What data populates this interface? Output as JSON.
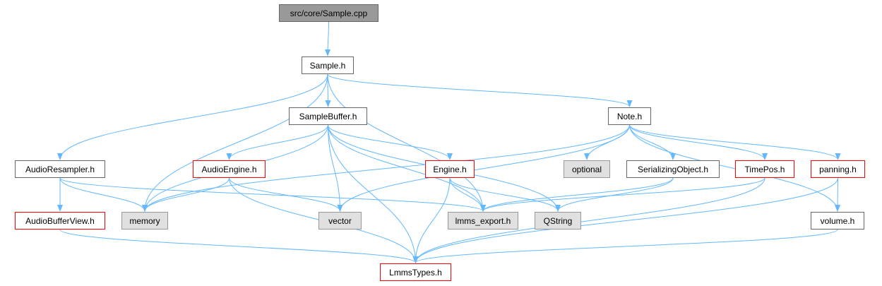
{
  "graph": {
    "edge_color": "#63b8ff",
    "nodes": [
      {
        "id": "root",
        "label": "src/core/Sample.cpp",
        "kind": "root"
      },
      {
        "id": "sample_h",
        "label": "Sample.h",
        "kind": "doc"
      },
      {
        "id": "samplebuffer_h",
        "label": "SampleBuffer.h",
        "kind": "doc"
      },
      {
        "id": "note_h",
        "label": "Note.h",
        "kind": "doc"
      },
      {
        "id": "audioresampler_h",
        "label": "AudioResampler.h",
        "kind": "doc"
      },
      {
        "id": "audioengine_h",
        "label": "AudioEngine.h",
        "kind": "truncated"
      },
      {
        "id": "engine_h",
        "label": "Engine.h",
        "kind": "truncated"
      },
      {
        "id": "optional",
        "label": "optional",
        "kind": "missing"
      },
      {
        "id": "serializingobject_h",
        "label": "SerializingObject.h",
        "kind": "doc"
      },
      {
        "id": "timepos_h",
        "label": "TimePos.h",
        "kind": "truncated"
      },
      {
        "id": "panning_h",
        "label": "panning.h",
        "kind": "truncated"
      },
      {
        "id": "audiobufferview_h",
        "label": "AudioBufferView.h",
        "kind": "truncated"
      },
      {
        "id": "memory",
        "label": "memory",
        "kind": "missing"
      },
      {
        "id": "vector",
        "label": "vector",
        "kind": "missing"
      },
      {
        "id": "lmms_export_h",
        "label": "lmms_export.h",
        "kind": "missing"
      },
      {
        "id": "qstring",
        "label": "QString",
        "kind": "missing"
      },
      {
        "id": "volume_h",
        "label": "volume.h",
        "kind": "doc"
      },
      {
        "id": "lmmstypes_h",
        "label": "LmmsTypes.h",
        "kind": "truncated"
      }
    ],
    "edges": [
      [
        "root",
        "sample_h"
      ],
      [
        "sample_h",
        "samplebuffer_h"
      ],
      [
        "sample_h",
        "note_h"
      ],
      [
        "sample_h",
        "audioresampler_h"
      ],
      [
        "sample_h",
        "memory"
      ],
      [
        "sample_h",
        "lmms_export_h"
      ],
      [
        "samplebuffer_h",
        "memory"
      ],
      [
        "samplebuffer_h",
        "audioengine_h"
      ],
      [
        "samplebuffer_h",
        "engine_h"
      ],
      [
        "samplebuffer_h",
        "vector"
      ],
      [
        "samplebuffer_h",
        "lmms_export_h"
      ],
      [
        "samplebuffer_h",
        "qstring"
      ],
      [
        "samplebuffer_h",
        "lmmstypes_h"
      ],
      [
        "note_h",
        "memory"
      ],
      [
        "note_h",
        "vector"
      ],
      [
        "note_h",
        "optional"
      ],
      [
        "note_h",
        "serializingobject_h"
      ],
      [
        "note_h",
        "timepos_h"
      ],
      [
        "note_h",
        "panning_h"
      ],
      [
        "note_h",
        "volume_h"
      ],
      [
        "audioresampler_h",
        "audiobufferview_h"
      ],
      [
        "audioresampler_h",
        "memory"
      ],
      [
        "audioresampler_h",
        "lmms_export_h"
      ],
      [
        "audioengine_h",
        "memory"
      ],
      [
        "audioengine_h",
        "vector"
      ],
      [
        "audioengine_h",
        "lmmstypes_h"
      ],
      [
        "engine_h",
        "lmms_export_h"
      ],
      [
        "engine_h",
        "qstring"
      ],
      [
        "engine_h",
        "lmmstypes_h"
      ],
      [
        "serializingobject_h",
        "lmms_export_h"
      ],
      [
        "serializingobject_h",
        "qstring"
      ],
      [
        "timepos_h",
        "lmms_export_h"
      ],
      [
        "timepos_h",
        "lmmstypes_h"
      ],
      [
        "panning_h",
        "volume_h"
      ],
      [
        "panning_h",
        "lmmstypes_h"
      ],
      [
        "audiobufferview_h",
        "lmmstypes_h"
      ],
      [
        "volume_h",
        "lmmstypes_h"
      ]
    ]
  }
}
